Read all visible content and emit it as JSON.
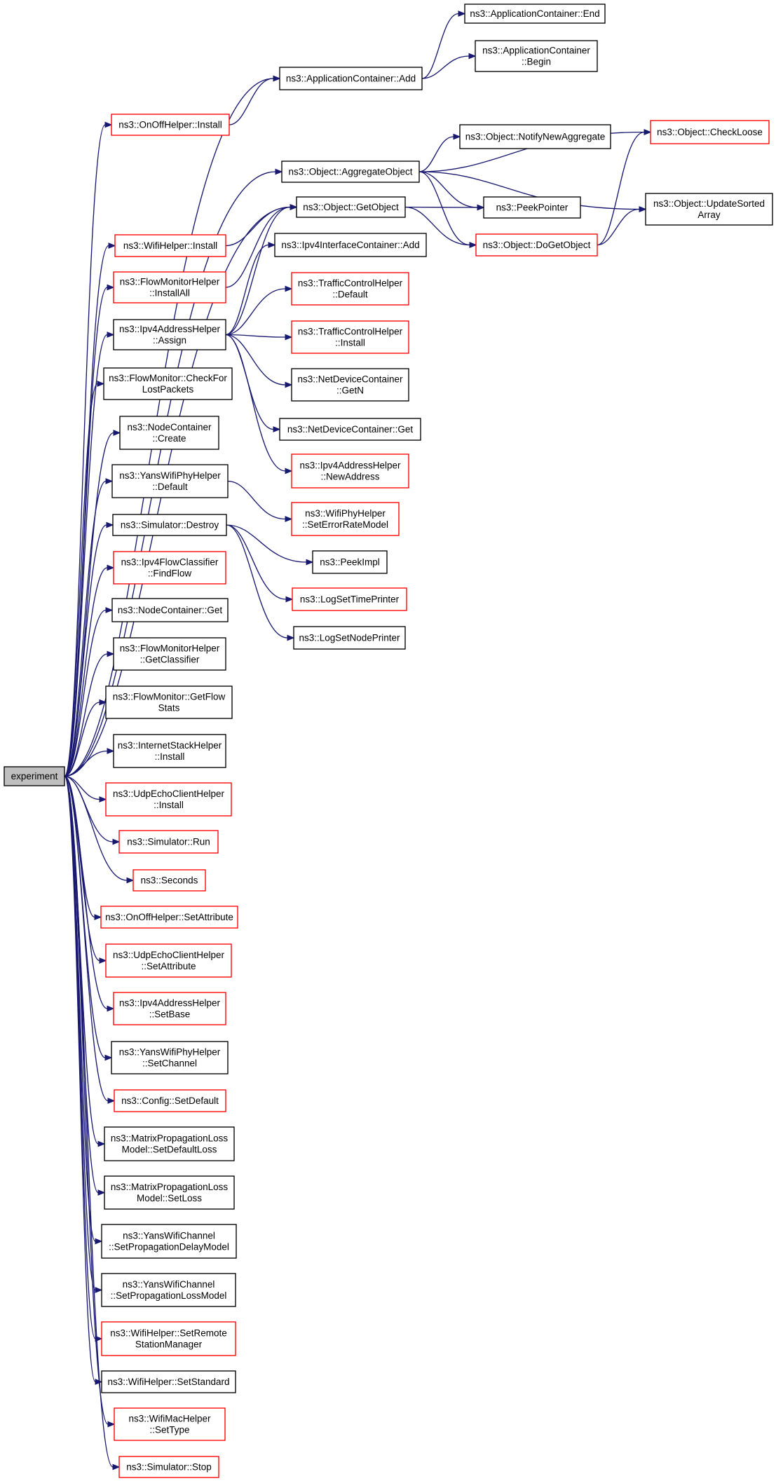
{
  "graph": {
    "kind": "call-graph",
    "root": "experiment",
    "colors": {
      "edge": "#191970",
      "border": "#000000",
      "has_more_border": "#ff0000",
      "root_fill": "#bfbfbf",
      "background": "#ffffff"
    },
    "nodes": [
      {
        "id": "experiment",
        "lines": [
          "experiment"
        ],
        "root": true
      },
      {
        "id": "app_end",
        "lines": [
          "ns3::ApplicationContainer::End"
        ]
      },
      {
        "id": "app_begin",
        "lines": [
          "ns3::ApplicationContainer",
          "::Begin"
        ]
      },
      {
        "id": "app_add",
        "lines": [
          "ns3::ApplicationContainer::Add"
        ]
      },
      {
        "id": "onoff_install",
        "lines": [
          "ns3::OnOffHelper::Install"
        ],
        "more": true
      },
      {
        "id": "obj_checkloose",
        "lines": [
          "ns3::Object::CheckLoose"
        ],
        "more": true
      },
      {
        "id": "obj_notify",
        "lines": [
          "ns3::Object::NotifyNewAggregate"
        ]
      },
      {
        "id": "obj_aggregate",
        "lines": [
          "ns3::Object::AggregateObject"
        ]
      },
      {
        "id": "obj_updatesorted",
        "lines": [
          "ns3::Object::UpdateSorted",
          "Array"
        ]
      },
      {
        "id": "obj_getobject",
        "lines": [
          "ns3::Object::GetObject"
        ]
      },
      {
        "id": "peekpointer",
        "lines": [
          "ns3::PeekPointer"
        ]
      },
      {
        "id": "wifi_install",
        "lines": [
          "ns3::WifiHelper::Install"
        ],
        "more": true
      },
      {
        "id": "obj_dogetobject",
        "lines": [
          "ns3::Object::DoGetObject"
        ],
        "more": true
      },
      {
        "id": "ipv4ic_add",
        "lines": [
          "ns3::Ipv4InterfaceContainer::Add"
        ]
      },
      {
        "id": "fmh_installall",
        "lines": [
          "ns3::FlowMonitorHelper",
          "::InstallAll"
        ],
        "more": true
      },
      {
        "id": "tch_default",
        "lines": [
          "ns3::TrafficControlHelper",
          "::Default"
        ],
        "more": true
      },
      {
        "id": "ipv4ah_assign",
        "lines": [
          "ns3::Ipv4AddressHelper",
          "::Assign"
        ]
      },
      {
        "id": "tch_install",
        "lines": [
          "ns3::TrafficControlHelper",
          "::Install"
        ],
        "more": true
      },
      {
        "id": "ndc_getn",
        "lines": [
          "ns3::NetDeviceContainer",
          "::GetN"
        ]
      },
      {
        "id": "fm_checklost",
        "lines": [
          "ns3::FlowMonitor::CheckFor",
          "LostPackets"
        ]
      },
      {
        "id": "ndc_get",
        "lines": [
          "ns3::NetDeviceContainer::Get"
        ]
      },
      {
        "id": "nc_create",
        "lines": [
          "ns3::NodeContainer",
          "::Create"
        ]
      },
      {
        "id": "ipv4ah_newaddress",
        "lines": [
          "ns3::Ipv4AddressHelper",
          "::NewAddress"
        ],
        "more": true
      },
      {
        "id": "ywph_default",
        "lines": [
          "ns3::YansWifiPhyHelper",
          "::Default"
        ]
      },
      {
        "id": "wph_seterror",
        "lines": [
          "ns3::WifiPhyHelper",
          "::SetErrorRateModel"
        ],
        "more": true
      },
      {
        "id": "sim_destroy",
        "lines": [
          "ns3::Simulator::Destroy"
        ]
      },
      {
        "id": "peekimpl",
        "lines": [
          "ns3::PeekImpl"
        ]
      },
      {
        "id": "ipv4fc_findflow",
        "lines": [
          "ns3::Ipv4FlowClassifier",
          "::FindFlow"
        ],
        "more": true
      },
      {
        "id": "logsettime",
        "lines": [
          "ns3::LogSetTimePrinter"
        ],
        "more": true
      },
      {
        "id": "logsetnode",
        "lines": [
          "ns3::LogSetNodePrinter"
        ]
      },
      {
        "id": "nc_get",
        "lines": [
          "ns3::NodeContainer::Get"
        ]
      },
      {
        "id": "fmh_getclassifier",
        "lines": [
          "ns3::FlowMonitorHelper",
          "::GetClassifier"
        ]
      },
      {
        "id": "fm_getflowstats",
        "lines": [
          "ns3::FlowMonitor::GetFlow",
          "Stats"
        ]
      },
      {
        "id": "ish_install",
        "lines": [
          "ns3::InternetStackHelper",
          "::Install"
        ]
      },
      {
        "id": "uech_install",
        "lines": [
          "ns3::UdpEchoClientHelper",
          "::Install"
        ],
        "more": true
      },
      {
        "id": "sim_run",
        "lines": [
          "ns3::Simulator::Run"
        ],
        "more": true
      },
      {
        "id": "seconds",
        "lines": [
          "ns3::Seconds"
        ],
        "more": true
      },
      {
        "id": "onoff_setattr",
        "lines": [
          "ns3::OnOffHelper::SetAttribute"
        ],
        "more": true
      },
      {
        "id": "uech_setattr",
        "lines": [
          "ns3::UdpEchoClientHelper",
          "::SetAttribute"
        ],
        "more": true
      },
      {
        "id": "ipv4ah_setbase",
        "lines": [
          "ns3::Ipv4AddressHelper",
          "::SetBase"
        ],
        "more": true
      },
      {
        "id": "ywph_setchannel",
        "lines": [
          "ns3::YansWifiPhyHelper",
          "::SetChannel"
        ]
      },
      {
        "id": "config_setdefault",
        "lines": [
          "ns3::Config::SetDefault"
        ],
        "more": true
      },
      {
        "id": "mpl_setdefaultloss",
        "lines": [
          "ns3::MatrixPropagationLoss",
          "Model::SetDefaultLoss"
        ]
      },
      {
        "id": "mpl_setloss",
        "lines": [
          "ns3::MatrixPropagationLoss",
          "Model::SetLoss"
        ]
      },
      {
        "id": "ywc_setdelay",
        "lines": [
          "ns3::YansWifiChannel",
          "::SetPropagationDelayModel"
        ]
      },
      {
        "id": "ywc_setloss",
        "lines": [
          "ns3::YansWifiChannel",
          "::SetPropagationLossModel"
        ]
      },
      {
        "id": "wh_setremote",
        "lines": [
          "ns3::WifiHelper::SetRemote",
          "StationManager"
        ],
        "more": true
      },
      {
        "id": "wh_setstandard",
        "lines": [
          "ns3::WifiHelper::SetStandard"
        ]
      },
      {
        "id": "wmh_settype",
        "lines": [
          "ns3::WifiMacHelper",
          "::SetType"
        ],
        "more": true
      },
      {
        "id": "sim_stop",
        "lines": [
          "ns3::Simulator::Stop"
        ],
        "more": true
      }
    ],
    "edges": [
      [
        "experiment",
        "app_add"
      ],
      [
        "experiment",
        "onoff_install"
      ],
      [
        "experiment",
        "obj_aggregate"
      ],
      [
        "experiment",
        "obj_getobject"
      ],
      [
        "experiment",
        "wifi_install"
      ],
      [
        "experiment",
        "fmh_installall"
      ],
      [
        "experiment",
        "ipv4ah_assign"
      ],
      [
        "experiment",
        "fm_checklost"
      ],
      [
        "experiment",
        "nc_create"
      ],
      [
        "experiment",
        "ywph_default"
      ],
      [
        "experiment",
        "sim_destroy"
      ],
      [
        "experiment",
        "ipv4fc_findflow"
      ],
      [
        "experiment",
        "nc_get"
      ],
      [
        "experiment",
        "fmh_getclassifier"
      ],
      [
        "experiment",
        "fm_getflowstats"
      ],
      [
        "experiment",
        "ish_install"
      ],
      [
        "experiment",
        "uech_install"
      ],
      [
        "experiment",
        "sim_run"
      ],
      [
        "experiment",
        "seconds"
      ],
      [
        "experiment",
        "onoff_setattr"
      ],
      [
        "experiment",
        "uech_setattr"
      ],
      [
        "experiment",
        "ipv4ah_setbase"
      ],
      [
        "experiment",
        "ywph_setchannel"
      ],
      [
        "experiment",
        "config_setdefault"
      ],
      [
        "experiment",
        "mpl_setdefaultloss"
      ],
      [
        "experiment",
        "mpl_setloss"
      ],
      [
        "experiment",
        "ywc_setdelay"
      ],
      [
        "experiment",
        "ywc_setloss"
      ],
      [
        "experiment",
        "wh_setremote"
      ],
      [
        "experiment",
        "wh_setstandard"
      ],
      [
        "experiment",
        "wmh_settype"
      ],
      [
        "experiment",
        "sim_stop"
      ],
      [
        "app_add",
        "app_end"
      ],
      [
        "app_add",
        "app_begin"
      ],
      [
        "onoff_install",
        "app_add"
      ],
      [
        "obj_aggregate",
        "obj_checkloose"
      ],
      [
        "obj_aggregate",
        "obj_notify"
      ],
      [
        "obj_aggregate",
        "obj_updatesorted"
      ],
      [
        "obj_aggregate",
        "peekpointer"
      ],
      [
        "obj_aggregate",
        "obj_dogetobject"
      ],
      [
        "obj_getobject",
        "peekpointer"
      ],
      [
        "obj_getobject",
        "obj_dogetobject"
      ],
      [
        "obj_dogetobject",
        "obj_checkloose"
      ],
      [
        "obj_dogetobject",
        "obj_updatesorted"
      ],
      [
        "wifi_install",
        "obj_getobject"
      ],
      [
        "fmh_installall",
        "obj_getobject"
      ],
      [
        "ipv4ah_assign",
        "obj_getobject"
      ],
      [
        "ipv4ah_assign",
        "ipv4ic_add"
      ],
      [
        "ipv4ah_assign",
        "tch_default"
      ],
      [
        "ipv4ah_assign",
        "tch_install"
      ],
      [
        "ipv4ah_assign",
        "ndc_getn"
      ],
      [
        "ipv4ah_assign",
        "ndc_get"
      ],
      [
        "ipv4ah_assign",
        "ipv4ah_newaddress"
      ],
      [
        "ywph_default",
        "wph_seterror"
      ],
      [
        "sim_destroy",
        "peekimpl"
      ],
      [
        "sim_destroy",
        "logsettime"
      ],
      [
        "sim_destroy",
        "logsetnode"
      ]
    ]
  }
}
